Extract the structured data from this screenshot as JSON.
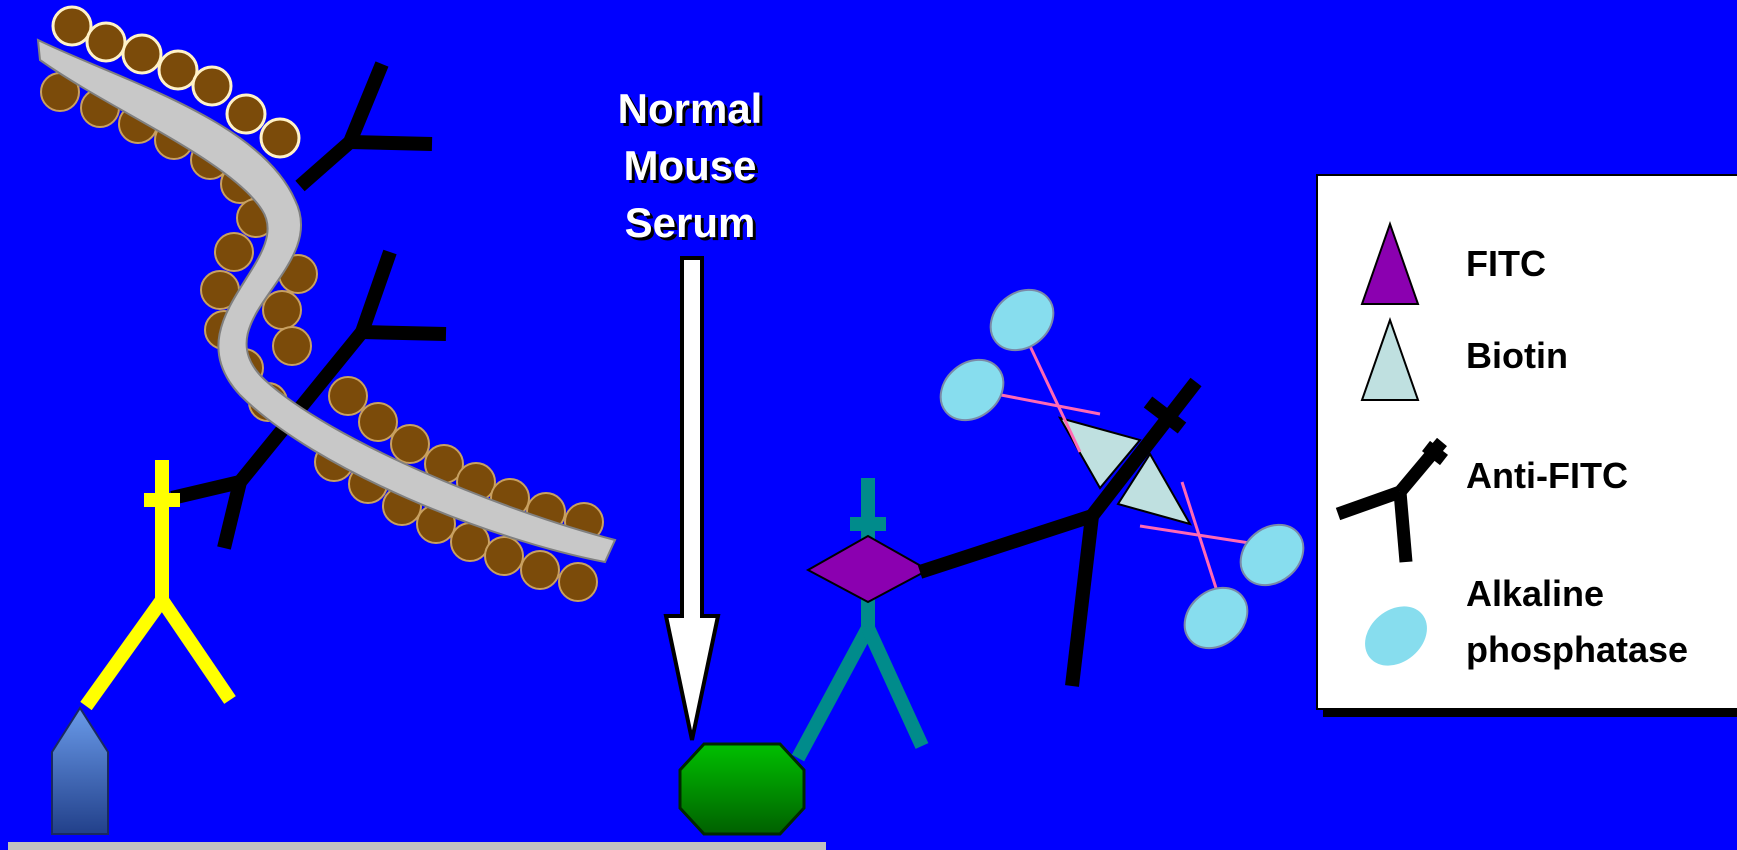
{
  "arrow_label": {
    "line1": "Normal",
    "line2": "Mouse",
    "line3": "Serum"
  },
  "legend": {
    "items": [
      {
        "key": "fitc",
        "label": "FITC",
        "icon": "purple-triangle-icon"
      },
      {
        "key": "biotin",
        "label": "Biotin",
        "icon": "light-blue-triangle-icon"
      },
      {
        "key": "anti_fitc",
        "label": "Anti-FITC",
        "icon": "black-antibody-icon"
      },
      {
        "key": "alkaline_phosphatase",
        "label_line1": "Alkaline",
        "label_line2": "phosphatase",
        "icon": "light-blue-ellipse-icon"
      }
    ]
  },
  "colors": {
    "background": "#0000FF",
    "yellow_antibody": "#FFFF00",
    "teal_antibody": "#008B8B",
    "fitc": "#8B00B0",
    "biotin": "#BFE0E0",
    "alkaline_phosphatase": "#87DDEE",
    "beads": "#7B4B0A",
    "fiber": "#C8C8C8",
    "antigen": "#00A000",
    "linker": "#FF69B4"
  }
}
